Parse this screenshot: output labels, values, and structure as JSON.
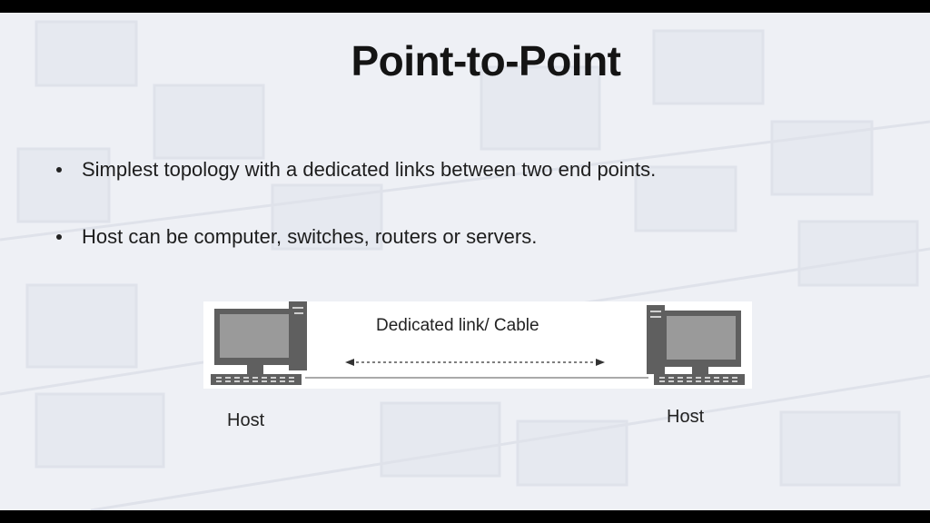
{
  "slide": {
    "title": "Point-to-Point",
    "bullets": [
      "Simplest topology with a dedicated links between two end points.",
      "Host can be computer, switches, routers or servers."
    ]
  },
  "diagram": {
    "link_label": "Dedicated link/ Cable",
    "left_host_label": "Host",
    "right_host_label": "Host",
    "icons": [
      "desktop-computer-icon",
      "desktop-computer-icon"
    ],
    "colors": {
      "device": "#5f5f5f",
      "screen": "#9a9a9a",
      "link": "#333333"
    }
  }
}
